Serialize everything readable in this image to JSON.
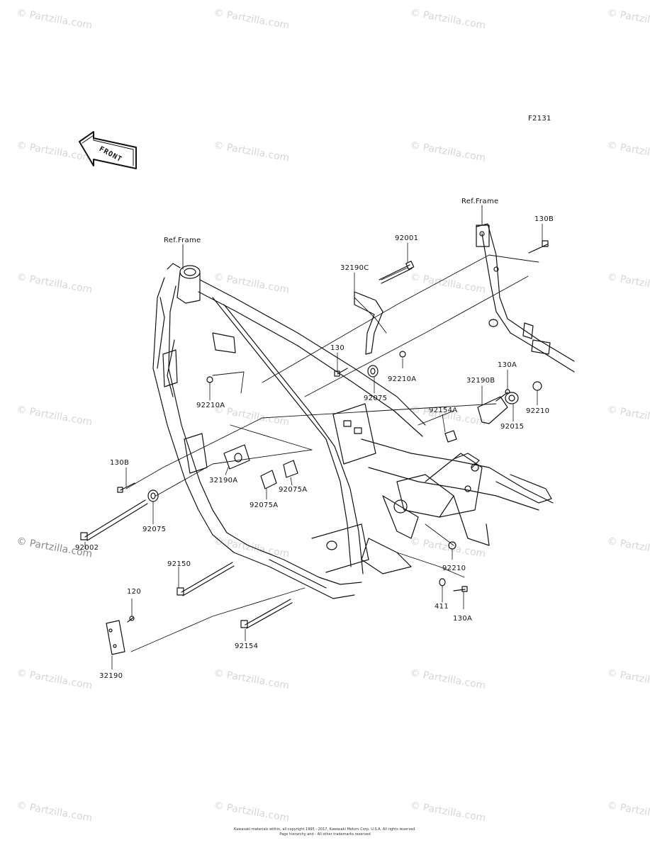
{
  "diagram": {
    "code": "F2131",
    "front_arrow_text": "FRONT",
    "ref_labels": [
      "Ref.Frame",
      "Ref.Frame"
    ],
    "parts": [
      {
        "id": "p-92001",
        "label": "92001"
      },
      {
        "id": "p-32190c",
        "label": "32190C"
      },
      {
        "id": "p-130b-top",
        "label": "130B"
      },
      {
        "id": "p-130",
        "label": "130"
      },
      {
        "id": "p-92210a-right",
        "label": "92210A"
      },
      {
        "id": "p-92075-upper",
        "label": "92075"
      },
      {
        "id": "p-92210a-left",
        "label": "92210A"
      },
      {
        "id": "p-130a-top",
        "label": "130A"
      },
      {
        "id": "p-32190b",
        "label": "32190B"
      },
      {
        "id": "p-92154a",
        "label": "92154A"
      },
      {
        "id": "p-92210-right",
        "label": "92210"
      },
      {
        "id": "p-92015",
        "label": "92015"
      },
      {
        "id": "p-130b-left",
        "label": "130B"
      },
      {
        "id": "p-32190a",
        "label": "32190A"
      },
      {
        "id": "p-92075a-right",
        "label": "92075A"
      },
      {
        "id": "p-92075a-left",
        "label": "92075A"
      },
      {
        "id": "p-92075-lower",
        "label": "92075"
      },
      {
        "id": "p-92002",
        "label": "92002"
      },
      {
        "id": "p-92150",
        "label": "92150"
      },
      {
        "id": "p-92210-lower",
        "label": "92210"
      },
      {
        "id": "p-120",
        "label": "120"
      },
      {
        "id": "p-411",
        "label": "411"
      },
      {
        "id": "p-130a-lower",
        "label": "130A"
      },
      {
        "id": "p-92154",
        "label": "92154"
      },
      {
        "id": "p-32190",
        "label": "32190"
      }
    ]
  },
  "watermark": {
    "text": "© Partzilla.com",
    "strong_text": "© Partzilla.com"
  },
  "footer": {
    "line1": "Kawasaki materials within, all copyright 1995 - 2017, Kawasaki Motors Corp, U.S.A. All rights reserved.",
    "line2": "Page hierarchy and - All other trademarks reserved"
  }
}
